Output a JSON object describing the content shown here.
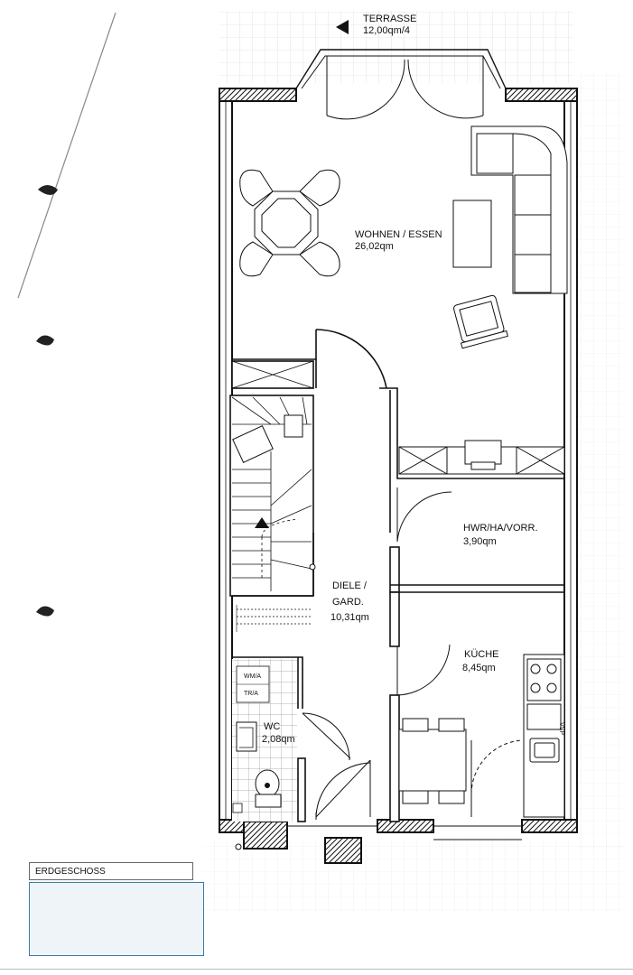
{
  "rooms": {
    "terrasse": {
      "name": "TERRASSE",
      "area": "12,00qm/4"
    },
    "wohnen": {
      "name": "WOHNEN / ESSEN",
      "area": "26,02qm"
    },
    "hwr": {
      "name": "HWR/HA/VORR.",
      "area": "3,90qm"
    },
    "diele": {
      "name_line1": "DIELE /",
      "name_line2": "GARD.",
      "area": "10,31qm"
    },
    "kueche": {
      "name": "KÜCHE",
      "area": "8,45qm"
    },
    "wc": {
      "name": "WC",
      "area": "2,08qm"
    }
  },
  "appliances": {
    "wm": "WM/A",
    "tr": "TR/A",
    "vsp": "VSP"
  },
  "legend": {
    "floor": "ERDGESCHOSS"
  },
  "colors": {
    "line": "#111111",
    "legend_border": "#3a7aa8",
    "legend_fill": "#eef4f8"
  }
}
